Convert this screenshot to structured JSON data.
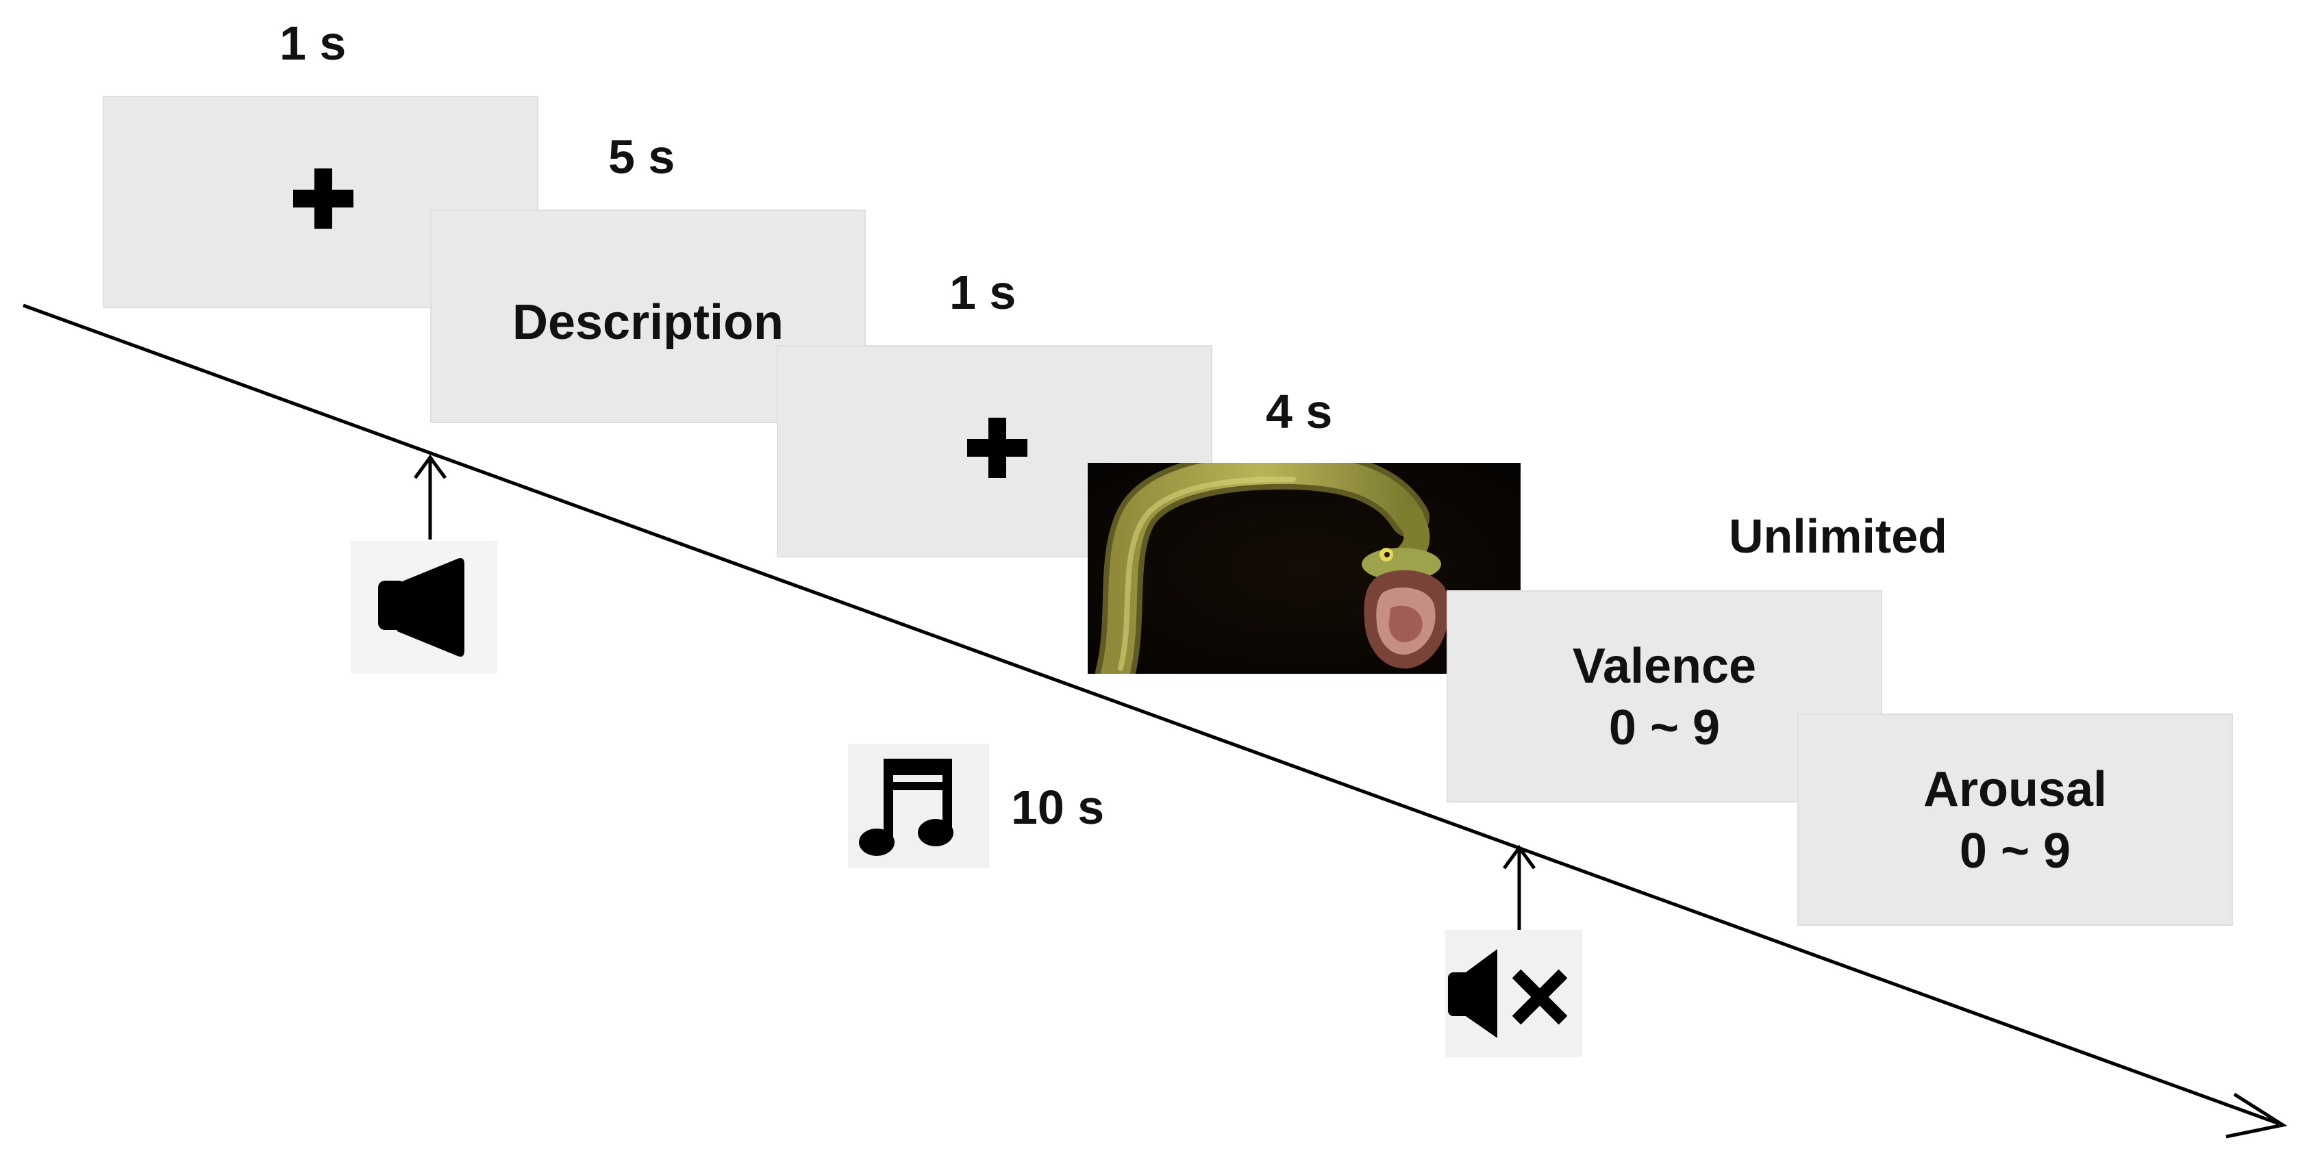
{
  "colors": {
    "screen_fill": "#e9e9e9",
    "timeline": "#000000",
    "text": "#111111"
  },
  "durations": {
    "fixation1": "1 s",
    "description": "5 s",
    "fixation2": "1 s",
    "image": "4 s",
    "music": "10 s",
    "rating": "Unlimited"
  },
  "screens": {
    "description": "Description",
    "valence_title": "Valence",
    "valence_range": "0 ~ 9",
    "arousal_title": "Arousal",
    "arousal_range": "0 ~ 9"
  },
  "icons": {
    "speaker_on": "speaker-icon",
    "music": "music-note-icon",
    "speaker_off": "speaker-mute-icon",
    "stimulus": "snake-photo"
  }
}
